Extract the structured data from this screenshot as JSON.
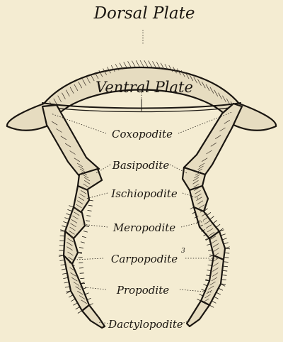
{
  "labels": {
    "dorsal_plate": "Dorsal Plate",
    "ventral_plate": "Ventral Plate",
    "coxopodite": "Coxopodite",
    "basipodite": "Basipodite",
    "ischiopodite": "Ischiopodite",
    "meropodite": "Meropodite",
    "carpopodite": "Carpopodite",
    "propodite": "Propodite",
    "dactylopodite": "Dactylopodite",
    "stray_mark": "3"
  },
  "colors": {
    "paper": "#f4ecd2",
    "ink": "#1a1611",
    "segment_fill": "#e6dcc0"
  }
}
